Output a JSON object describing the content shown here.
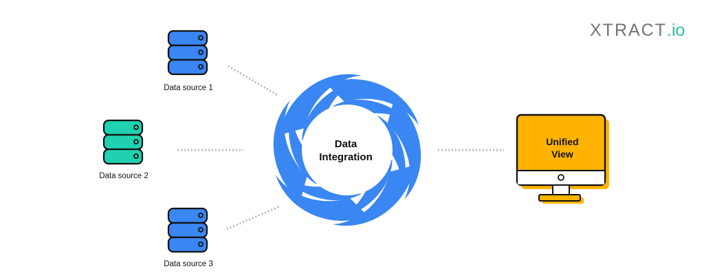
{
  "brand": {
    "logo_main": "XTRACT",
    "logo_dot": ".",
    "logo_suffix": "io",
    "accent_color": "#2ebfa5"
  },
  "sources": [
    {
      "label": "Data source 1",
      "color": "#3a86f2",
      "icon": "database-icon"
    },
    {
      "label": "Data source 2",
      "color": "#1fd1b0",
      "icon": "database-icon"
    },
    {
      "label": "Data source 3",
      "color": "#3a86f2",
      "icon": "database-icon"
    }
  ],
  "hub": {
    "line1": "Data",
    "line2": "Integration",
    "color": "#3a86f2",
    "icon": "swirl-icon"
  },
  "output": {
    "line1": "Unified",
    "line2": "View",
    "screen_color": "#ffb300",
    "icon": "monitor-icon"
  },
  "connector_color": "#b9b9b9"
}
